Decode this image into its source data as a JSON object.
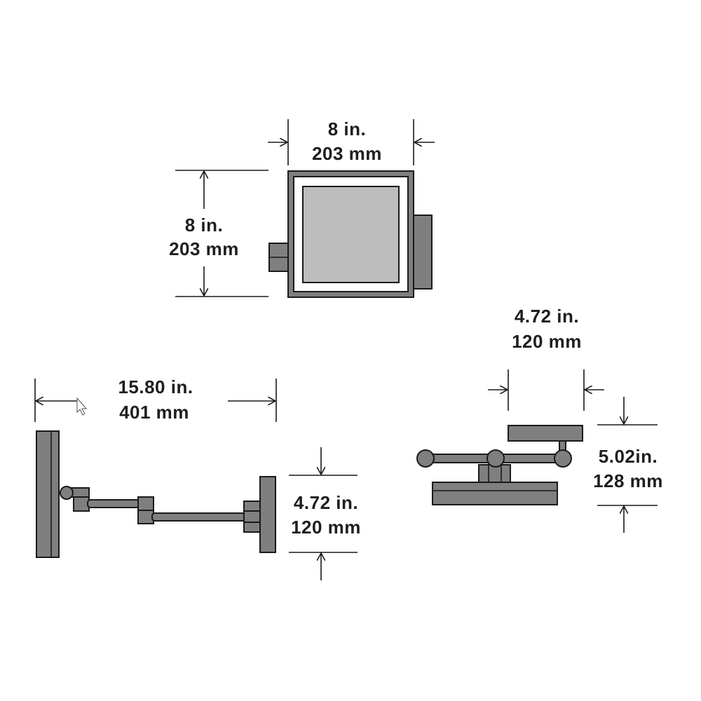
{
  "front_view": {
    "width_in": "8 in.",
    "width_mm": "203 mm",
    "height_in": "8 in.",
    "height_mm": "203 mm"
  },
  "side_view": {
    "extension_in": "15.80 in.",
    "extension_mm": "401 mm",
    "height_in": "4.72 in.",
    "height_mm": "120 mm"
  },
  "top_view": {
    "depth_in": "4.72 in.",
    "depth_mm": "120 mm",
    "height_in": "5.02in.",
    "height_mm": "128 mm"
  },
  "colors": {
    "part": "#7f7f7f",
    "glass": "#bdbdbd",
    "line": "#1a1a1a"
  }
}
